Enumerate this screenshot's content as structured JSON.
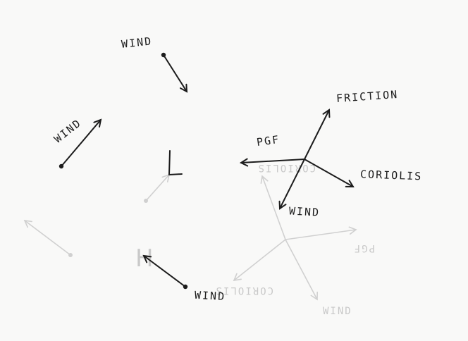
{
  "labels": {
    "wind_top": "WIND",
    "wind_left": "WIND",
    "wind_bottom": "WIND",
    "wind_forces": "WIND",
    "pgf": "PGF",
    "friction": "FRICTION",
    "coriolis": "CORIOLIS",
    "low": "L"
  },
  "ghost_labels": {
    "high": "H",
    "wind": "WIND",
    "pgf": "PGF",
    "coriolis_a": "CORIOLIS",
    "coriolis_b": "CORIOLIS"
  },
  "colors": {
    "ink": "#1c1c1c",
    "faint": "#d0d0d0",
    "paper": "#f9f9f8"
  }
}
